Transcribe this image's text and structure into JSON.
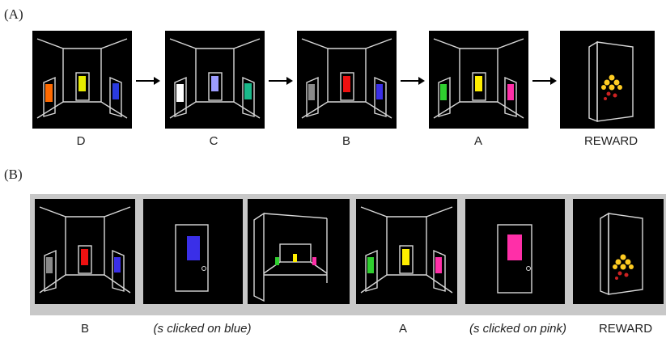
{
  "panel_a": {
    "label": "(A)",
    "captions": [
      "D",
      "C",
      "B",
      "A",
      "REWARD"
    ]
  },
  "panel_b": {
    "label": "(B)",
    "captions": [
      "B",
      "(s clicked on blue)",
      "A",
      "(s clicked on pink)",
      "REWARD"
    ]
  },
  "colors": {
    "orange": "#ff6a00",
    "yellow": "#e6ea00",
    "blue": "#2a3be0",
    "white": "#ffffff",
    "lavender": "#9c9cff",
    "teal": "#19b98a",
    "gray": "#8a8a8a",
    "red": "#ee1111",
    "indigo": "#3a2fe8",
    "green": "#2fcf2f",
    "yellow2": "#ffee00",
    "pink": "#ff2fa8",
    "reward_yellow": "#ffcc22",
    "reward_red": "#cc2222"
  }
}
